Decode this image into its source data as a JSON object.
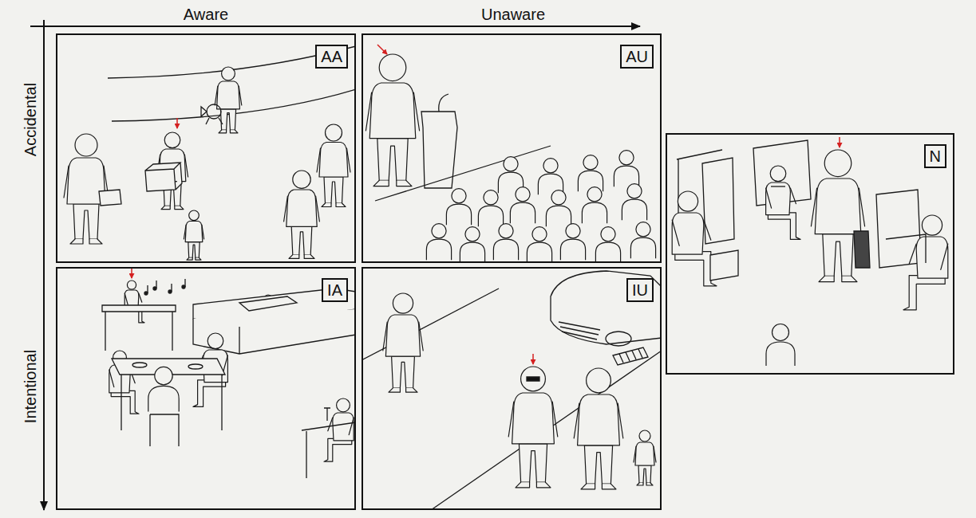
{
  "diagram": {
    "nodes": [
      {
        "text": [
          "AA"
        ]
      },
      {
        "text": [
          "AU"
        ]
      },
      {
        "text": [
          "IA"
        ]
      },
      {
        "text": [
          "IU"
        ]
      },
      {
        "text": [
          "N"
        ]
      }
    ],
    "labels": [
      "Aware",
      "Unaware",
      "Accidental",
      "Intentional"
    ]
  }
}
